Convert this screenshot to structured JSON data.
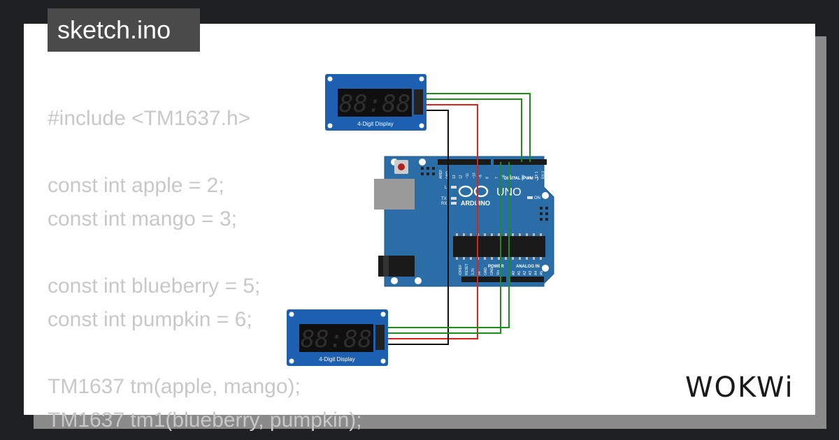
{
  "title": "sketch.ino",
  "code_lines": [
    "#include <TM1637.h>",
    "",
    "const int apple = 2;",
    "const int mango = 3;",
    "",
    "const int blueberry = 5;",
    "const int pumpkin = 6;",
    "",
    "TM1637 tm(apple, mango);",
    "TM1637 tm1(blueberry, pumpkin);"
  ],
  "displays": [
    {
      "label": "4-Digit Display",
      "digits": "88:88"
    },
    {
      "label": "4-Digit Display",
      "digits": "88:88"
    }
  ],
  "arduino": {
    "brand": "ARDUINO",
    "model": "UNO",
    "header_labels": {
      "aref": "AREF",
      "gnd": "GND",
      "d13": "13",
      "d12": "12",
      "d11": "~11",
      "d10": "~10",
      "d9": "~9",
      "d8": "8",
      "d7": "7",
      "d6": "~6",
      "d5": "~5",
      "d4": "4",
      "d3": "~3",
      "d2": "2",
      "d1": "TX 1",
      "d0": "RX 0"
    },
    "digital_label": "DIGITAL (PWM ~)",
    "power_label": "POWER",
    "analog_label": "ANALOG IN",
    "power_pins": [
      "IOREF",
      "RESET",
      "3.3V",
      "5V",
      "GND",
      "GND",
      "Vin"
    ],
    "analog_pins": [
      "A0",
      "A1",
      "A2",
      "A3",
      "A4",
      "A5"
    ],
    "leds": {
      "l": "L",
      "tx": "TX",
      "rx": "RX",
      "on": "ON"
    }
  },
  "wire_colors": {
    "green": "#1a8f1a",
    "red": "#e0201a",
    "black": "#111111"
  },
  "colors": {
    "board": "#2b6da6",
    "display_pcb": "#1d5fb0",
    "digit": "#2e2e2e"
  },
  "logo_text": "WOKWi"
}
